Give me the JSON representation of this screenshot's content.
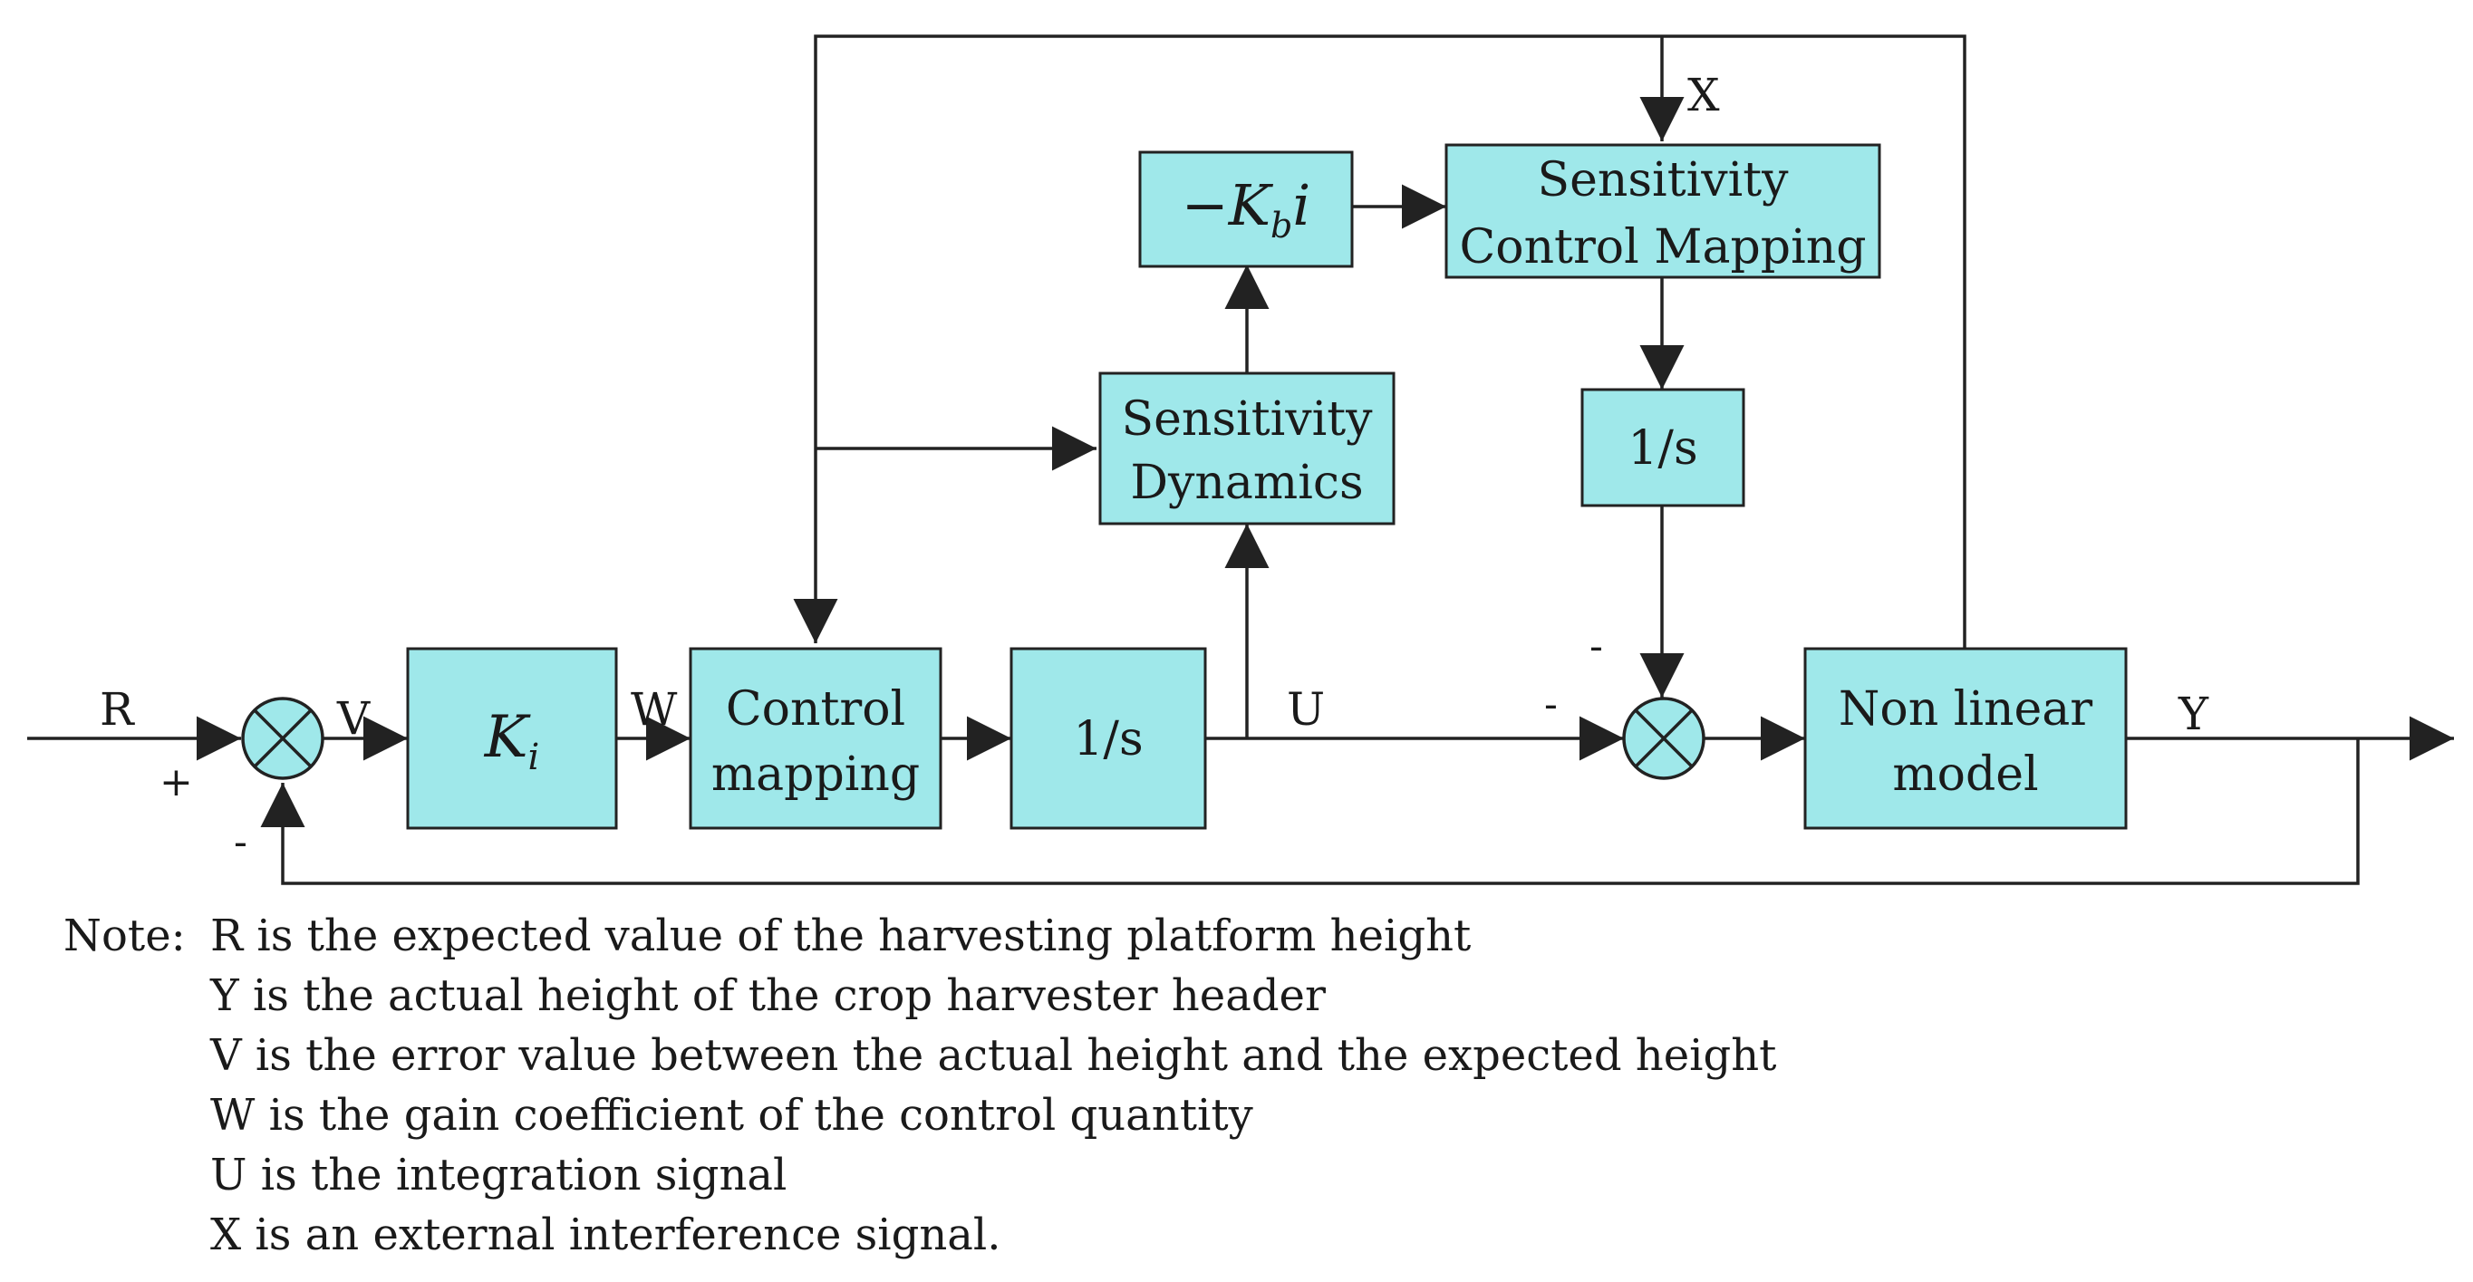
{
  "blocks": {
    "ki": "K",
    "ki_sub": "i",
    "control_mapping": [
      "Control",
      "mapping"
    ],
    "integrator_main": "1/s",
    "kbi_minus": "−",
    "kbi_k": "K",
    "kbi_sub": "b",
    "kbi_i": "i",
    "sensitivity_dynamics": [
      "Sensitivity",
      "Dynamics"
    ],
    "sensitivity_control_mapping": [
      "Sensitivity",
      "Control Mapping"
    ],
    "integrator_sensitivity": "1/s",
    "nonlinear_model": [
      "Non linear",
      "model"
    ]
  },
  "signals": {
    "r": "R",
    "v": "V",
    "w": "W",
    "u": "U",
    "y": "Y",
    "x": "X"
  },
  "signs": {
    "sum1_plus": "+",
    "sum1_minus": "-",
    "sum2_minus_top": "-",
    "sum2_minus_left": "-"
  },
  "notes": {
    "label": "Note:",
    "lines": [
      "R is the expected value of the harvesting platform height",
      "Y is the actual height of the crop harvester header",
      "V is the error value between the actual height and the expected height",
      "W is the gain coefficient of the control quantity",
      "U is the integration signal",
      "X is an external interference signal."
    ]
  },
  "colors": {
    "block_fill": "#9fe8ea",
    "line": "#222222"
  }
}
